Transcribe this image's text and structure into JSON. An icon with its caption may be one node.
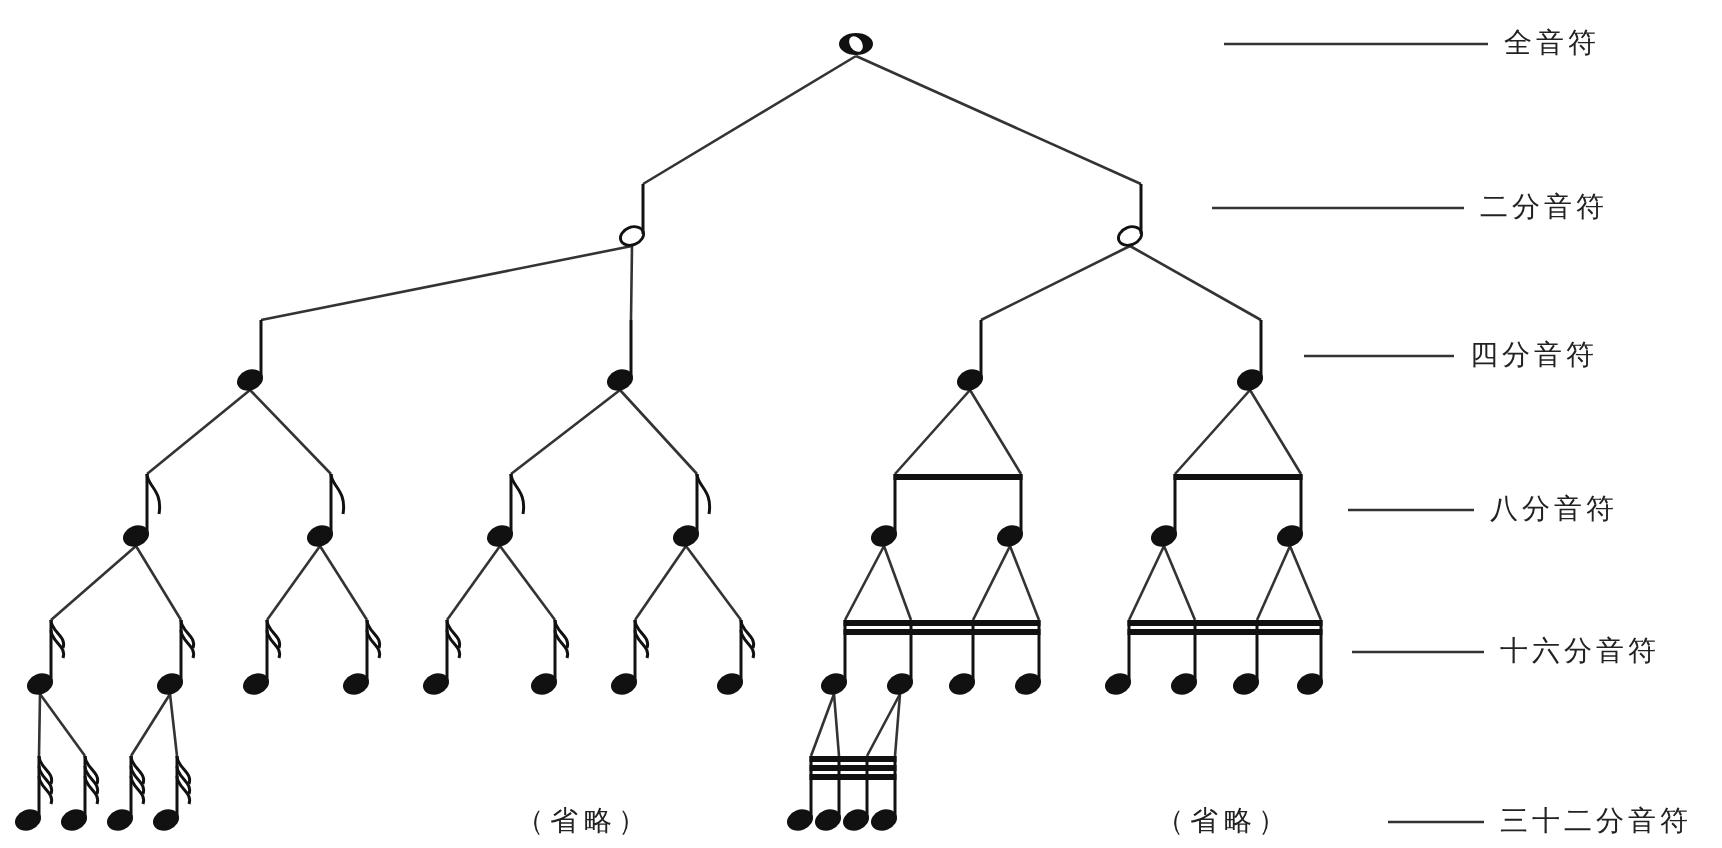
{
  "diagram": {
    "nodes": [
      {
        "text": [],
        "shape": "picture"
      },
      {
        "text": [],
        "shape": "picture"
      },
      {
        "text": [],
        "shape": "picture"
      },
      {
        "text": [],
        "shape": "picture"
      },
      {
        "text": [],
        "shape": "picture"
      },
      {
        "text": [],
        "shape": "picture"
      },
      {
        "text": [],
        "shape": "picture"
      },
      {
        "text": [],
        "shape": "picture"
      },
      {
        "text": [],
        "shape": "picture"
      },
      {
        "text": [],
        "shape": "picture"
      },
      {
        "text": [],
        "shape": "picture"
      },
      {
        "text": [],
        "shape": "picture"
      },
      {
        "text": [],
        "shape": "picture"
      },
      {
        "text": [],
        "shape": "picture"
      },
      {
        "text": [],
        "shape": "picture"
      },
      {
        "text": [],
        "shape": "picture"
      },
      {
        "text": [],
        "shape": "picture"
      },
      {
        "text": [],
        "shape": "picture"
      },
      {
        "text": [],
        "shape": "picture"
      },
      {
        "text": [],
        "shape": "picture"
      },
      {
        "text": [],
        "shape": "picture"
      },
      {
        "text": [],
        "shape": "picture"
      },
      {
        "text": [],
        "shape": "picture"
      },
      {
        "text": [],
        "shape": "picture"
      },
      {
        "text": [],
        "shape": "picture"
      },
      {
        "text": [],
        "shape": "picture"
      },
      {
        "text": [],
        "shape": "picture"
      },
      {
        "text": [],
        "shape": "picture"
      },
      {
        "text": [],
        "shape": "picture"
      },
      {
        "text": [],
        "shape": "picture"
      },
      {
        "text": [],
        "shape": "picture"
      },
      {
        "text": [],
        "shape": "picture"
      },
      {
        "text": [],
        "shape": "picture"
      },
      {
        "text": [],
        "shape": "picture"
      },
      {
        "text": [],
        "shape": "picture"
      },
      {
        "text": [],
        "shape": "picture"
      },
      {
        "text": [],
        "shape": "picture"
      },
      {
        "text": [],
        "shape": "picture"
      },
      {
        "text": [],
        "shape": "picture"
      },
      {
        "text": [
          "全音符"
        ]
      },
      {
        "text": [
          "二分音符"
        ]
      },
      {
        "text": [
          "四分音符"
        ]
      },
      {
        "text": [
          "八分音符"
        ]
      },
      {
        "text": [
          "十六分音符"
        ]
      },
      {
        "text": [
          "三十二分音符"
        ]
      }
    ],
    "edges": [
      {
        "from": 0,
        "to": 1,
        "arrow": "none"
      },
      {
        "from": 0,
        "to": 2,
        "arrow": "none"
      },
      {
        "from": 1,
        "to": 3,
        "arrow": "none"
      },
      {
        "from": 1,
        "to": 4,
        "arrow": "none"
      },
      {
        "from": 2,
        "to": 5,
        "arrow": "none"
      },
      {
        "from": 2,
        "to": 6,
        "arrow": "none"
      },
      {
        "from": 3,
        "to": 7,
        "arrow": "none"
      },
      {
        "from": 3,
        "to": 8,
        "arrow": "none"
      },
      {
        "from": 4,
        "to": 9,
        "arrow": "none"
      },
      {
        "from": 4,
        "to": 10,
        "arrow": "none"
      },
      {
        "from": 5,
        "to": 11,
        "arrow": "none"
      },
      {
        "from": 5,
        "to": 12,
        "arrow": "none"
      },
      {
        "from": 6,
        "to": 13,
        "arrow": "none"
      },
      {
        "from": 6,
        "to": 14,
        "arrow": "none"
      },
      {
        "from": 7,
        "to": 15,
        "arrow": "none"
      },
      {
        "from": 7,
        "to": 16,
        "arrow": "none"
      },
      {
        "from": 8,
        "to": 17,
        "arrow": "none"
      },
      {
        "from": 8,
        "to": 18,
        "arrow": "none"
      },
      {
        "from": 9,
        "to": 19,
        "arrow": "none"
      },
      {
        "from": 9,
        "to": 20,
        "arrow": "none"
      },
      {
        "from": 10,
        "to": 21,
        "arrow": "none"
      },
      {
        "from": 10,
        "to": 22,
        "arrow": "none"
      },
      {
        "from": 11,
        "to": 23,
        "arrow": "none"
      },
      {
        "from": 11,
        "to": 24,
        "arrow": "none"
      },
      {
        "from": 12,
        "to": 25,
        "arrow": "none"
      },
      {
        "from": 12,
        "to": 26,
        "arrow": "none"
      },
      {
        "from": 13,
        "to": 27,
        "arrow": "none"
      },
      {
        "from": 13,
        "to": 28,
        "arrow": "none"
      },
      {
        "from": 14,
        "to": 29,
        "arrow": "none"
      },
      {
        "from": 14,
        "to": 30,
        "arrow": "none"
      },
      {
        "from": 15,
        "to": 31,
        "arrow": "none"
      },
      {
        "from": 15,
        "to": 32,
        "arrow": "none"
      },
      {
        "from": 16,
        "to": 33,
        "arrow": "none"
      },
      {
        "from": 16,
        "to": 34,
        "arrow": "none"
      },
      {
        "from": 23,
        "to": 35,
        "arrow": "none"
      },
      {
        "from": 23,
        "to": 36,
        "arrow": "none"
      },
      {
        "from": 24,
        "to": 37,
        "arrow": "none"
      },
      {
        "from": 24,
        "to": 38,
        "arrow": "none"
      },
      {
        "from": 39,
        "to": null,
        "arrow": "none"
      },
      {
        "from": 40,
        "to": null,
        "arrow": "none"
      },
      {
        "from": 41,
        "to": null,
        "arrow": "none"
      },
      {
        "from": 42,
        "to": null,
        "arrow": "none"
      },
      {
        "from": 43,
        "to": null,
        "arrow": "none"
      },
      {
        "from": 44,
        "to": null,
        "arrow": "none"
      }
    ],
    "labels": [
      "（省略）",
      "（省略）"
    ]
  }
}
